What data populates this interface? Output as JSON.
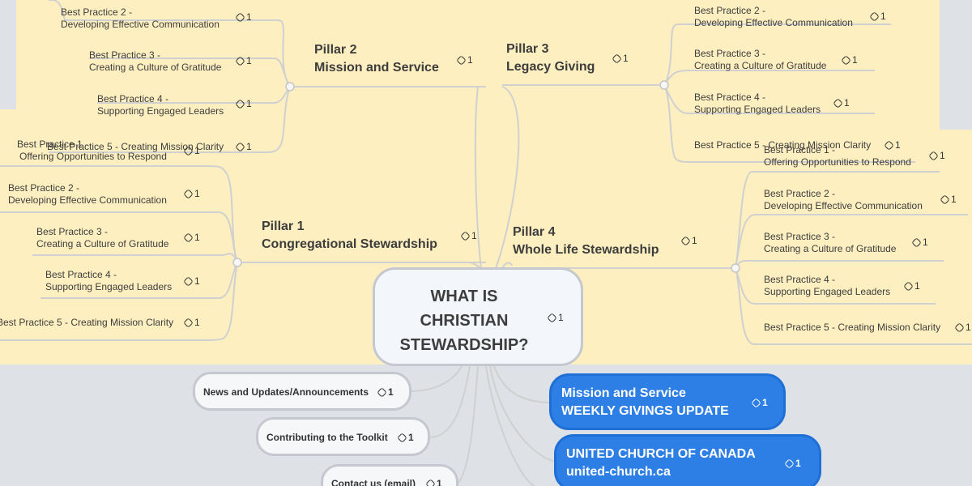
{
  "center": {
    "title_lines": [
      "WHAT IS",
      "CHRISTIAN",
      "STEWARDSHIP?"
    ],
    "links": "1"
  },
  "pillar2": {
    "line1": "Pillar 2",
    "line2": "Mission and Service",
    "links": "1"
  },
  "pillar3": {
    "line1": "Pillar 3",
    "line2": "Legacy Giving",
    "links": "1"
  },
  "pillar1": {
    "line1": "Pillar 1",
    "line2": "Congregational Stewardship",
    "links": "1"
  },
  "pillar4": {
    "line1": "Pillar 4",
    "line2": "Whole Life Stewardship",
    "links": "1"
  },
  "branch_p2": [
    {
      "l1": "Best Practice 2 -",
      "l2": "Developing Effective Communication",
      "links": "1"
    },
    {
      "l1": "Best Practice 3 -",
      "l2": "Creating a Culture of Gratitude",
      "links": "1"
    },
    {
      "l1": "Best Practice 4 -",
      "l2": "Supporting Engaged Leaders",
      "links": "1"
    },
    {
      "l1": "Best Practice 5 - Creating Mission Clarity",
      "l2": "",
      "links": "1"
    }
  ],
  "branch_p3": [
    {
      "l1": "Best Practice 2 -",
      "l2": "Developing Effective Communication",
      "links": "1"
    },
    {
      "l1": "Best Practice 3 -",
      "l2": "Creating a Culture of Gratitude",
      "links": "1"
    },
    {
      "l1": "Best Practice 4 -",
      "l2": "Supporting Engaged Leaders",
      "links": "1"
    },
    {
      "l1": "Best Practice 5 - Creating Mission Clarity",
      "l2": "",
      "links": "1"
    }
  ],
  "branch_p1": [
    {
      "l1": "Best Practice 1 -",
      "l2": "Offering Opportunities to Respond",
      "links": "1"
    },
    {
      "l1": "Best Practice 2 -",
      "l2": "Developing Effective Communication",
      "links": "1"
    },
    {
      "l1": "Best Practice 3 -",
      "l2": "Creating a Culture of Gratitude",
      "links": "1"
    },
    {
      "l1": "Best Practice 4 -",
      "l2": "Supporting Engaged Leaders",
      "links": "1"
    },
    {
      "l1": "Best Practice 5 - Creating Mission Clarity",
      "l2": "",
      "links": "1"
    }
  ],
  "branch_p4": [
    {
      "l1": "Best Practice 1 -",
      "l2": "Offering Opportunities to Respond",
      "links": "1"
    },
    {
      "l1": "Best Practice 2 -",
      "l2": "Developing Effective Communication",
      "links": "1"
    },
    {
      "l1": "Best Practice 3 -",
      "l2": "Creating a Culture of Gratitude",
      "links": "1"
    },
    {
      "l1": "Best Practice 4 -",
      "l2": "Supporting Engaged Leaders",
      "links": "1"
    },
    {
      "l1": "Best Practice 5 - Creating Mission Clarity",
      "l2": "",
      "links": "1"
    }
  ],
  "bottom_left": [
    {
      "label": "News and Updates/Announcements",
      "links": "1"
    },
    {
      "label": "Contributing to the Toolkit",
      "links": "1"
    },
    {
      "label": "Contact us (email)",
      "links": "1"
    }
  ],
  "bottom_right": [
    {
      "line1": "Mission and Service",
      "line2": "WEEKLY GIVINGS UPDATE",
      "links": "1"
    },
    {
      "line1": "UNITED CHURCH OF CANADA",
      "line2": "united-church.ca",
      "links": "1"
    }
  ],
  "colors": {
    "canvas": "#dee1e6",
    "panel": "#fdefc0",
    "accent": "#2d7fe6",
    "link_line": "#d4d4d4"
  }
}
